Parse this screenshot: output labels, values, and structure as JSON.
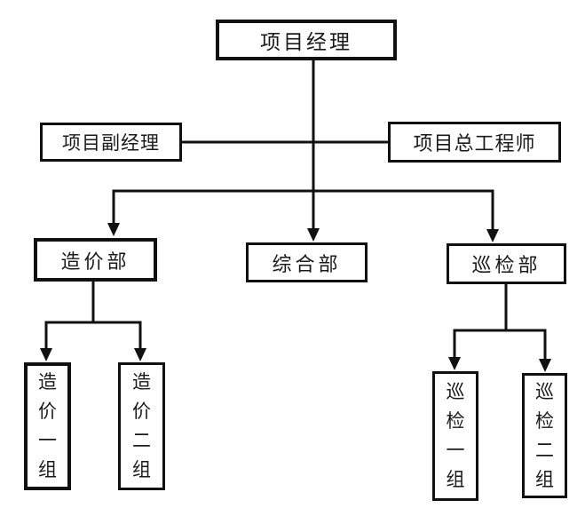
{
  "org_chart": {
    "colors": {
      "background": "#ffffff",
      "line": "#111111",
      "text": "#1a1a1a"
    },
    "nodes": {
      "project_manager": {
        "label": "项目经理"
      },
      "deputy_project_manager": {
        "label": "项目副经理"
      },
      "project_chief_engineer": {
        "label": "项目总工程师"
      },
      "cost_department": {
        "label": "造价部"
      },
      "general_department": {
        "label": "综合部"
      },
      "inspection_department": {
        "label": "巡检部"
      },
      "cost_group_1": {
        "label": "造价一组",
        "orientation": "vertical"
      },
      "cost_group_2": {
        "label": "造价二组",
        "orientation": "vertical"
      },
      "inspection_group_1": {
        "label": "巡检一组",
        "orientation": "vertical"
      },
      "inspection_group_2": {
        "label": "巡检二组",
        "orientation": "vertical"
      }
    },
    "edges": [
      {
        "from": "project_manager",
        "to": "deputy_project_manager",
        "arrow": false
      },
      {
        "from": "project_manager",
        "to": "project_chief_engineer",
        "arrow": false
      },
      {
        "from": "project_manager",
        "to": "cost_department",
        "arrow": true
      },
      {
        "from": "project_manager",
        "to": "general_department",
        "arrow": true
      },
      {
        "from": "project_manager",
        "to": "inspection_department",
        "arrow": true
      },
      {
        "from": "cost_department",
        "to": "cost_group_1",
        "arrow": true
      },
      {
        "from": "cost_department",
        "to": "cost_group_2",
        "arrow": true
      },
      {
        "from": "inspection_department",
        "to": "inspection_group_1",
        "arrow": true
      },
      {
        "from": "inspection_department",
        "to": "inspection_group_2",
        "arrow": true
      }
    ]
  }
}
